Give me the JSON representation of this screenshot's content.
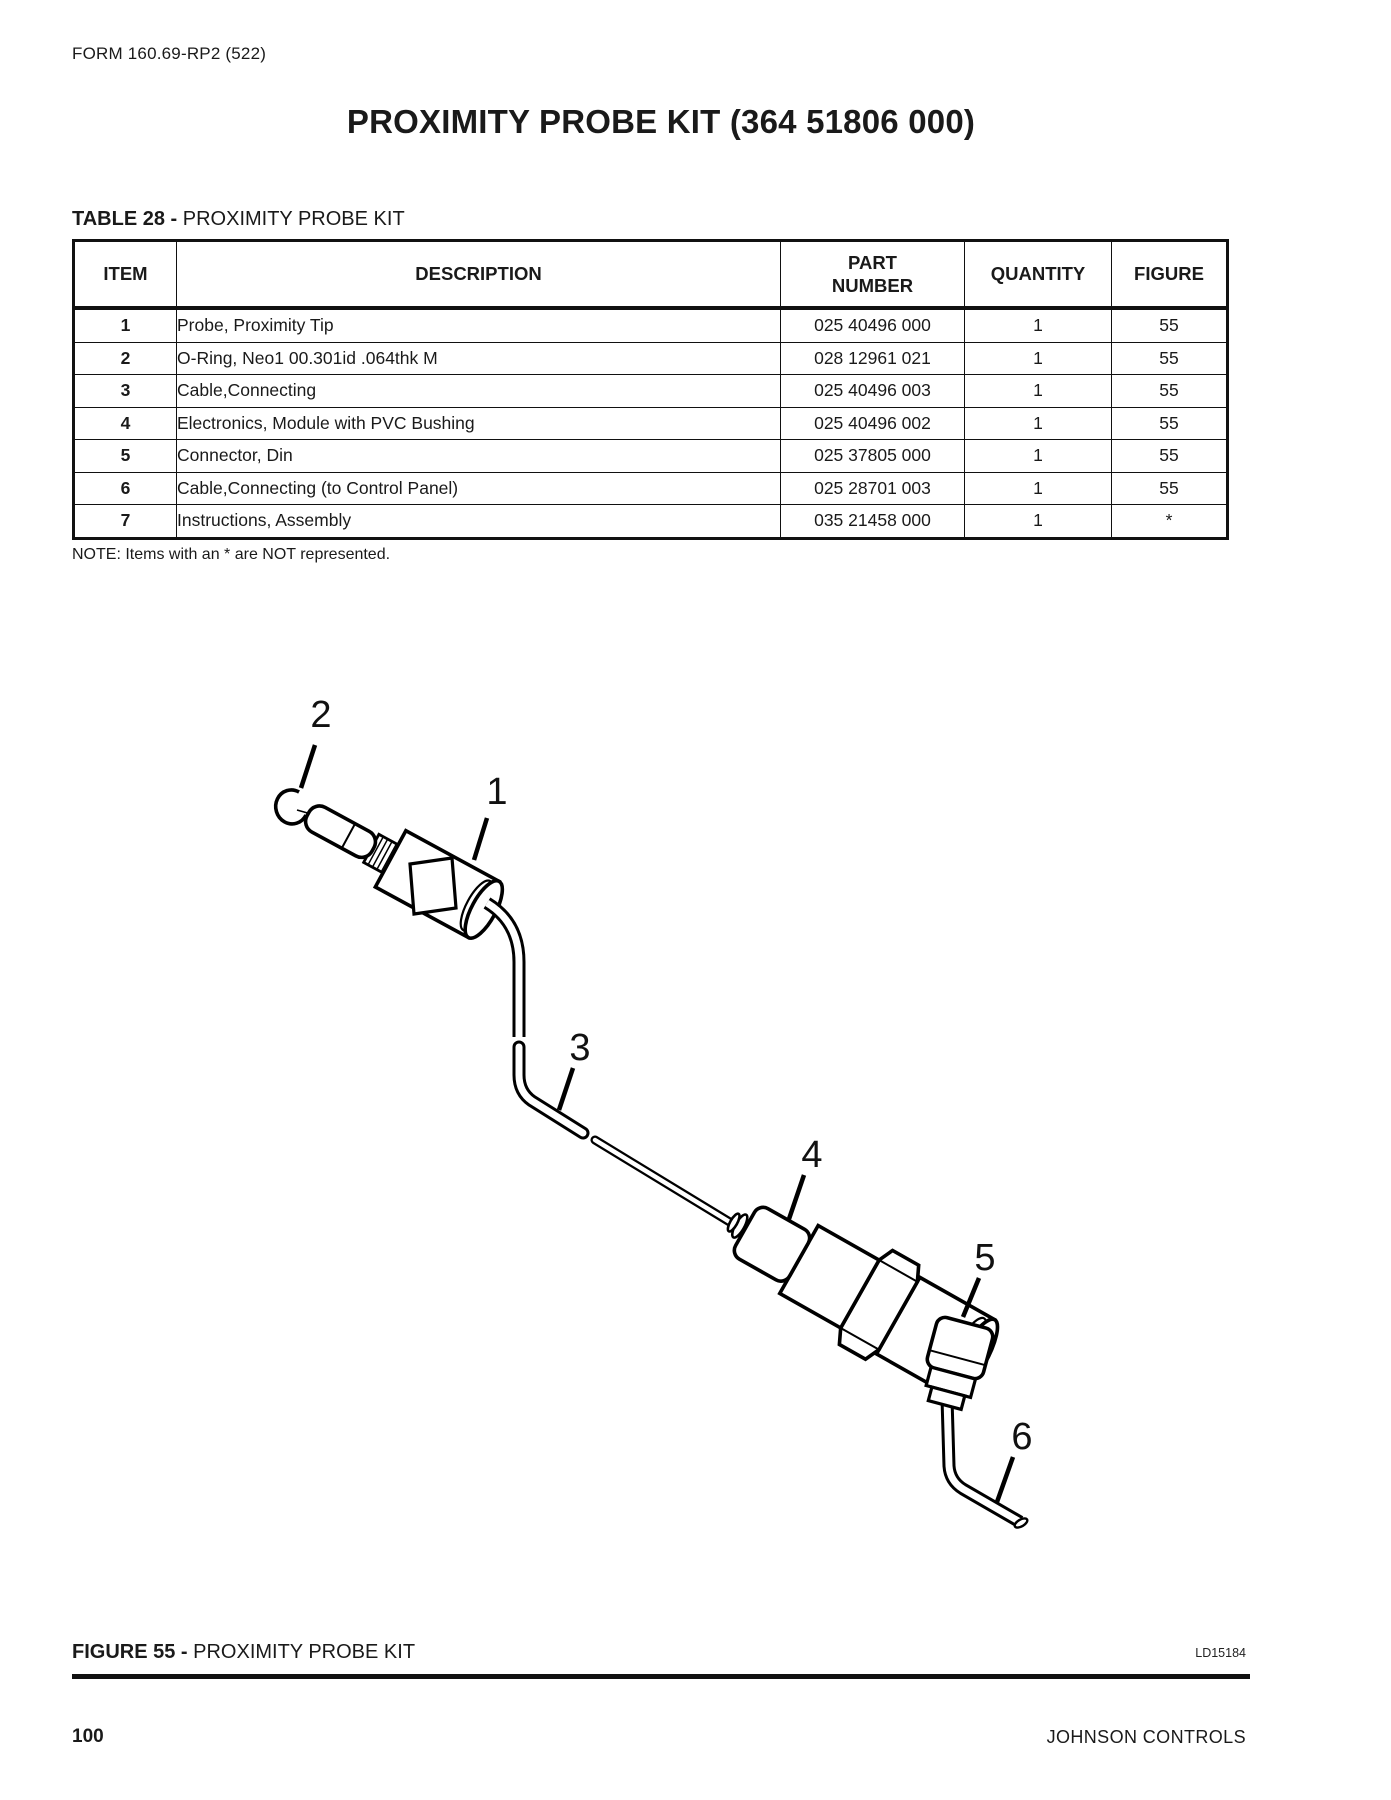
{
  "page": {
    "form_number": "FORM 160.69-RP2 (522)",
    "title": "PROXIMITY PROBE KIT (364 51806 000)",
    "page_number": "100",
    "brand": "JOHNSON CONTROLS"
  },
  "table": {
    "label": "TABLE 28 - ",
    "title": "PROXIMITY PROBE KIT",
    "headers": [
      "ITEM",
      "DESCRIPTION",
      "PART\nNUMBER",
      "QUANTITY",
      "FIGURE"
    ],
    "rows": [
      {
        "item": "1",
        "description": "Probe, Proximity Tip",
        "part": "025 40496 000",
        "qty": "1",
        "fig": "55"
      },
      {
        "item": "2",
        "description": "O-Ring, Neo1 00.301id .064thk M",
        "part": "028 12961 021",
        "qty": "1",
        "fig": "55"
      },
      {
        "item": "3",
        "description": "Cable,Connecting",
        "part": "025 40496 003",
        "qty": "1",
        "fig": "55"
      },
      {
        "item": "4",
        "description": "Electronics, Module with PVC Bushing",
        "part": "025 40496 002",
        "qty": "1",
        "fig": "55"
      },
      {
        "item": "5",
        "description": "Connector, Din",
        "part": "025 37805 000",
        "qty": "1",
        "fig": "55"
      },
      {
        "item": "6",
        "description": "Cable,Connecting (to Control Panel)",
        "part": "025 28701 003",
        "qty": "1",
        "fig": "55"
      },
      {
        "item": "7",
        "description": "Instructions, Assembly",
        "part": "035 21458 000",
        "qty": "1",
        "fig": "*"
      }
    ],
    "note": "NOTE: Items with an * are NOT represented."
  },
  "figure": {
    "label": "FIGURE 55 - ",
    "title": "PROXIMITY PROBE KIT",
    "drawing_ref": "LD15184",
    "callouts": [
      "1",
      "2",
      "3",
      "4",
      "5",
      "6"
    ]
  }
}
